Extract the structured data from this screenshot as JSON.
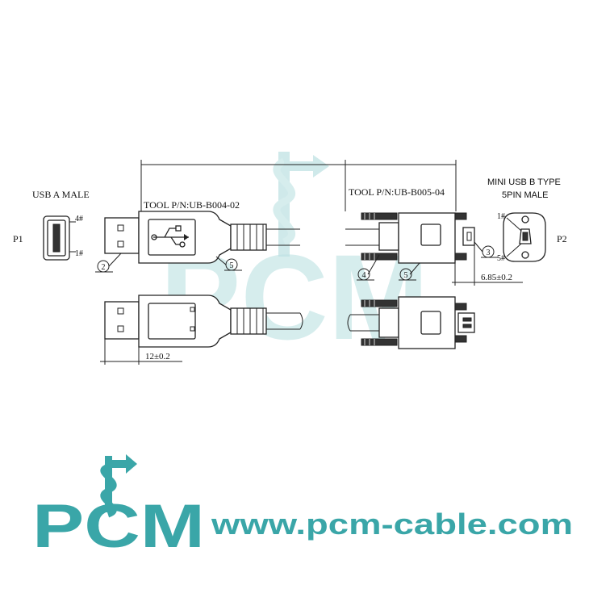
{
  "watermark": {
    "text": "PCM"
  },
  "labels": {
    "p1": "P1",
    "p2": "P2",
    "usb_a_male": "USB A MALE",
    "pin4_left": "4#",
    "pin1_left": "1#",
    "tool_left": "TOOL P/N:UB-B004-02",
    "tool_right": "TOOL P/N:UB-B005-04",
    "mini_usb_line1": "MINI USB B TYPE",
    "mini_usb_line2": "5PIN MALE",
    "pin1_right": "1#",
    "pin5_right": "5#",
    "callout_2": "2",
    "callout_5_left": "5",
    "callout_3": "3",
    "callout_4": "4",
    "callout_5_right": "5",
    "dim_left": "12±0.2",
    "dim_right": "6.85±0.2"
  },
  "footer": {
    "logo_text": "PCM",
    "url": "www.pcm-cable.com"
  },
  "colors": {
    "brand": "#3aa6a8",
    "watermark": "#bfe2e4",
    "line": "#222222"
  }
}
